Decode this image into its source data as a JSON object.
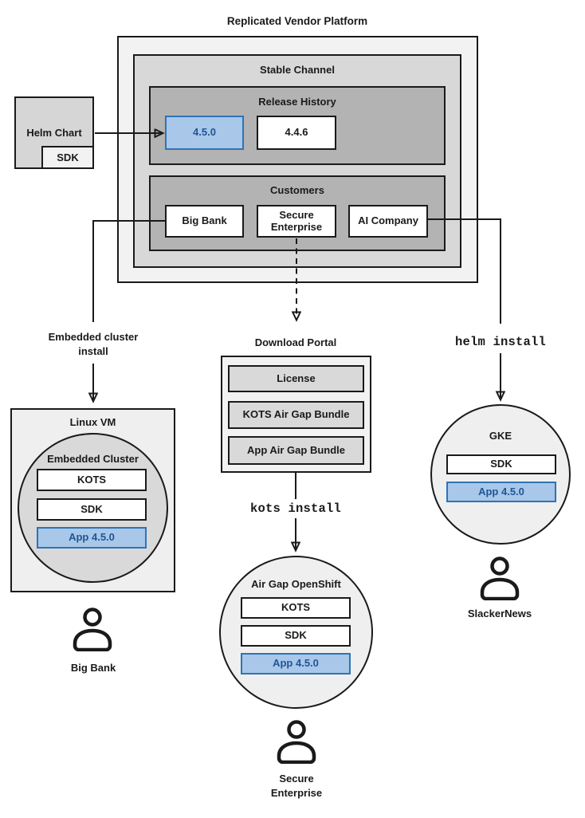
{
  "title": "Replicated Vendor Platform",
  "stable_channel": {
    "label": "Stable Channel",
    "release_history": {
      "label": "Release History",
      "releases": [
        {
          "version": "4.5.0",
          "highlighted": true
        },
        {
          "version": "4.4.6",
          "highlighted": false
        }
      ]
    },
    "customers": {
      "label": "Customers",
      "items": [
        {
          "name": "Big Bank"
        },
        {
          "name": "Secure Enterprise"
        },
        {
          "name": "AI Company"
        }
      ]
    }
  },
  "helm_chart": {
    "label": "Helm Chart",
    "sdk": "SDK"
  },
  "flow_labels": {
    "embedded_cluster_install": "Embedded cluster\ninstall",
    "helm_install": "helm install",
    "kots_install": "kots install"
  },
  "download_portal": {
    "label": "Download Portal",
    "items": [
      {
        "name": "License"
      },
      {
        "name": "KOTS Air Gap Bundle"
      },
      {
        "name": "App Air Gap Bundle"
      }
    ]
  },
  "linux_vm": {
    "label": "Linux VM",
    "embedded_cluster": {
      "label": "Embedded Cluster",
      "components": [
        {
          "name": "KOTS"
        },
        {
          "name": "SDK"
        }
      ],
      "app": "App 4.5.0"
    }
  },
  "air_gap_openshift": {
    "label": "Air Gap OpenShift",
    "components": [
      {
        "name": "KOTS"
      },
      {
        "name": "SDK"
      }
    ],
    "app": "App 4.5.0"
  },
  "gke": {
    "label": "GKE",
    "components": [
      {
        "name": "SDK"
      }
    ],
    "app": "App 4.5.0"
  },
  "personas": {
    "big_bank": "Big Bank",
    "secure_enterprise": "Secure\nEnterprise",
    "slackernews": "SlackerNews"
  },
  "colors": {
    "highlight_fill": "#A9C7E8",
    "highlight_border": "#2E74B5",
    "highlight_text": "#1F5597",
    "box_dark_gray": "#B3B3B3",
    "box_mid_gray": "#D8D8D8",
    "box_light_gray": "#F2F2F2",
    "line_color": "#1A1A1A"
  }
}
